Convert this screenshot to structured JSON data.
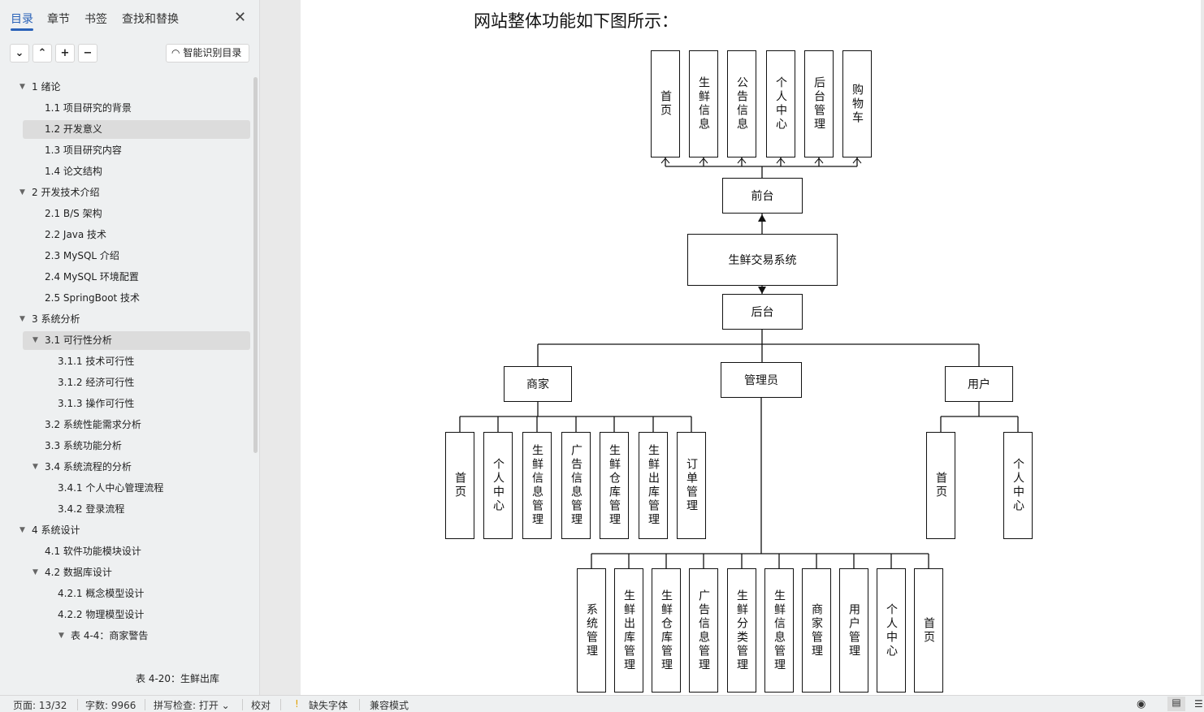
{
  "sidebar": {
    "tabs": [
      "目录",
      "章节",
      "书签",
      "查找和替换"
    ],
    "smart_button": "智能识别目录",
    "toc": [
      {
        "label": "1 绪论",
        "level": 1,
        "expanded": true
      },
      {
        "label": "1.1 项目研究的背景",
        "level": 2
      },
      {
        "label": "1.2 开发意义",
        "level": 2,
        "selected": true
      },
      {
        "label": "1.3 项目研究内容",
        "level": 2
      },
      {
        "label": "1.4 论文结构",
        "level": 2
      },
      {
        "label": "2 开发技术介绍",
        "level": 1,
        "expanded": true
      },
      {
        "label": "2.1 B/S 架构",
        "level": 2
      },
      {
        "label": "2.2 Java 技术",
        "level": 2
      },
      {
        "label": "2.3 MySQL  介绍",
        "level": 2
      },
      {
        "label": "2.4 MySQL 环境配置",
        "level": 2
      },
      {
        "label": "2.5 SpringBoot 技术",
        "level": 2
      },
      {
        "label": "3 系统分析",
        "level": 1,
        "expanded": true
      },
      {
        "label": "3.1 可行性分析",
        "level": 2,
        "expanded": true,
        "selected": true
      },
      {
        "label": "3.1.1 技术可行性",
        "level": 3
      },
      {
        "label": "3.1.2 经济可行性",
        "level": 3
      },
      {
        "label": "3.1.3 操作可行性",
        "level": 3
      },
      {
        "label": "3.2 系统性能需求分析",
        "level": 2
      },
      {
        "label": "3.3 系统功能分析",
        "level": 2
      },
      {
        "label": "3.4 系统流程的分析",
        "level": 2,
        "expanded": true
      },
      {
        "label": "3.4.1 个人中心管理流程",
        "level": 3
      },
      {
        "label": "3.4.2 登录流程",
        "level": 3
      },
      {
        "label": "4 系统设计",
        "level": 1,
        "expanded": true
      },
      {
        "label": "4.1  软件功能模块设计",
        "level": 2
      },
      {
        "label": "4.2 数据库设计",
        "level": 2,
        "expanded": true
      },
      {
        "label": "4.2.1  概念模型设计",
        "level": 3
      },
      {
        "label": "4.2.2  物理模型设计",
        "level": 3
      },
      {
        "label": "表 4-4：商家警告",
        "level": 4,
        "expanded": true
      }
    ],
    "caption": "表 4-20：生鲜出库"
  },
  "document": {
    "title": "网站整体功能如下图所示：",
    "diagram": {
      "front_children": [
        "首页",
        "生鲜信息",
        "公告信息",
        "个人中心",
        "后台管理",
        "购物车"
      ],
      "front": "前台",
      "root": "生鲜交易系统",
      "back": "后台",
      "merchant": "商家",
      "admin": "管理员",
      "user": "用户",
      "merchant_children": [
        "首页",
        "个人中心",
        "生鲜信息管理",
        "广告信息管理",
        "生鲜仓库管理",
        "生鲜出库管理",
        "订单管理"
      ],
      "user_children": [
        "首页",
        "个人中心"
      ],
      "admin_children": [
        "系统管理",
        "生鲜出库管理",
        "生鲜仓库管理",
        "广告信息管理",
        "生鲜分类管理",
        "生鲜信息管理",
        "商家管理",
        "用户管理",
        "个人中心",
        "首页"
      ]
    }
  },
  "status": {
    "page": "页面: 13/32",
    "words": "字数: 9966",
    "spell": "拼写检查: 打开 ⌄",
    "proof": "校对",
    "missing_font": "缺失字体",
    "compat": "兼容模式"
  }
}
